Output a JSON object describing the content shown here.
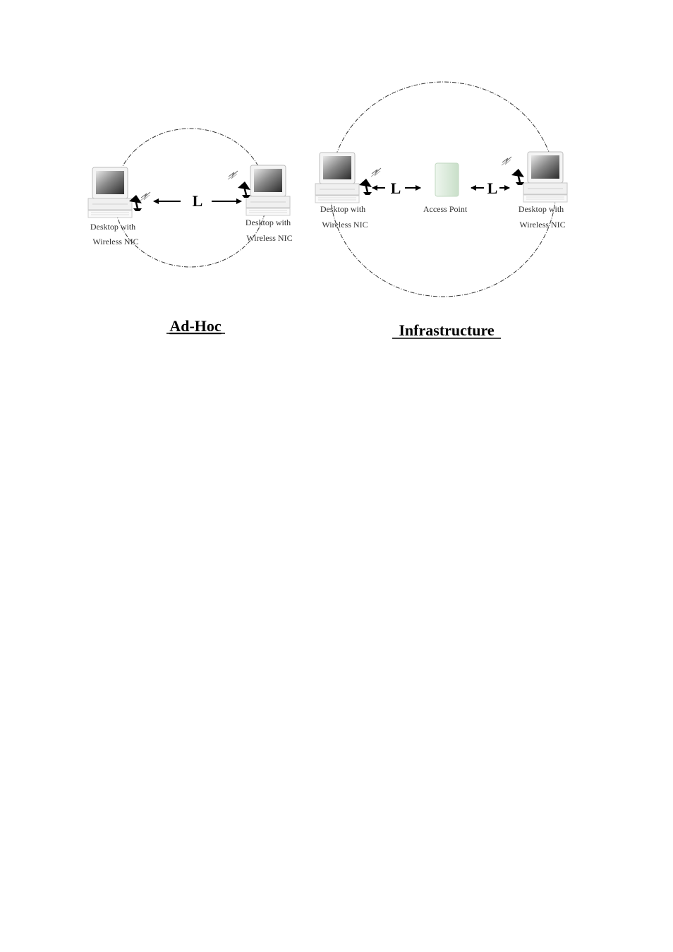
{
  "adhoc": {
    "title": "Ad-Hoc",
    "distance_label": "L",
    "left_pc": {
      "line1": "Desktop with",
      "line2": "Wireless NIC"
    },
    "right_pc": {
      "line1": "Desktop with",
      "line2": "Wireless NIC"
    }
  },
  "infrastructure": {
    "title": "Infrastructure",
    "distance_label_left": "L",
    "distance_label_right": "L",
    "left_pc": {
      "line1": "Desktop with",
      "line2": "Wireless NIC"
    },
    "access_point": {
      "label": "Access Point"
    },
    "right_pc": {
      "line1": "Desktop with",
      "line2": "Wireless NIC"
    }
  }
}
